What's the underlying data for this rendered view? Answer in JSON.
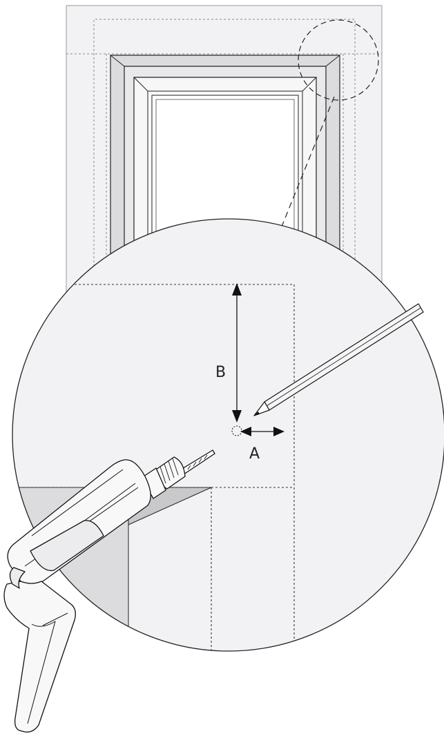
{
  "dimensions": {
    "vertical_label": "B",
    "horizontal_label": "A"
  },
  "colors": {
    "wall": "#f2f2f4",
    "frame_shade": "#dcdcdf",
    "inner_frame": "#e9e9ec",
    "line": "#1a1a1a",
    "guide": "#666666",
    "opening": "#ffffff"
  },
  "icons": {
    "tool": "power-drill-icon",
    "marker": "pencil-icon",
    "mark": "drill-point-marker"
  }
}
